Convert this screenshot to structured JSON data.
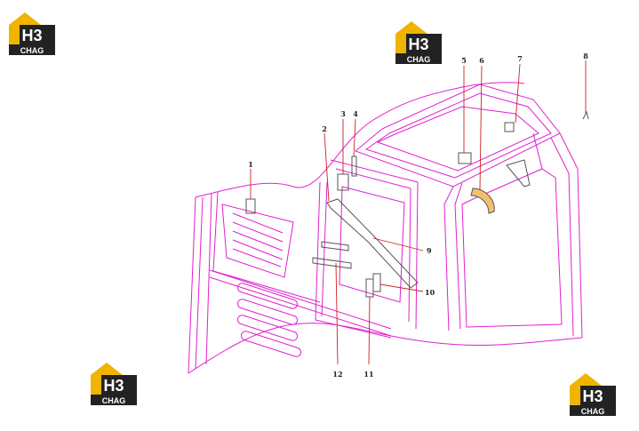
{
  "logo": {
    "mark": "H3",
    "caption": "CHAG"
  },
  "callouts": [
    "1",
    "2",
    "3",
    "4",
    "5",
    "6",
    "7",
    "8",
    "9",
    "10",
    "11",
    "12"
  ],
  "colors": {
    "outline": "#e020d0",
    "leader": "#d02020",
    "part_gray": "#555555",
    "logo_gold": "#f0b400",
    "logo_dark": "#222222"
  }
}
